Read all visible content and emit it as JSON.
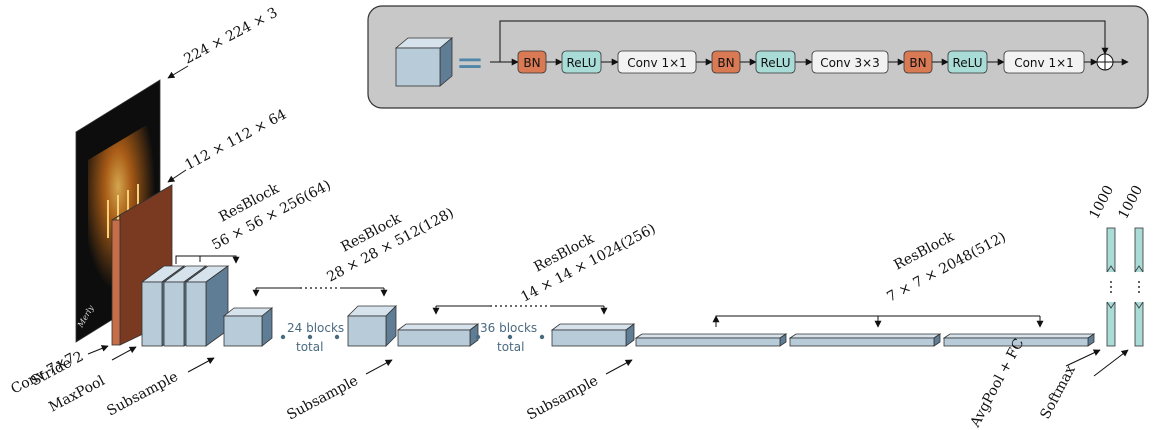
{
  "colors": {
    "panel_bg": "#c8c8c8",
    "cube_front": "#b8cbd8",
    "cube_top": "#d7e3ec",
    "cube_side": "#5f7d94",
    "bn": "#d97a55",
    "relu": "#a9dcd7",
    "conv": "#f2f2f2",
    "feature_front": "#c66e4a",
    "feature_side": "#7a3a22",
    "equals": "#4f86a8",
    "photo_dark": "#0d0d0d",
    "photo_glow": "#e59a2a",
    "dot": "#4a6a80"
  },
  "residual_block": {
    "equals": "=",
    "ops": [
      "BN",
      "ReLU",
      "Conv 1×1",
      "BN",
      "ReLU",
      "Conv 3×3",
      "BN",
      "ReLU",
      "Conv 1×1"
    ],
    "sum_icon": "circle-plus-icon"
  },
  "input": {
    "dims": "224 × 224 × 3",
    "photo_signature": "Merly"
  },
  "conv1": {
    "dims": "112 × 112 × 64",
    "label_line1": "Conv 7×7",
    "label_line2": "Stride 2"
  },
  "maxpool": {
    "label": "MaxPool"
  },
  "stage1": {
    "title": "ResBlock",
    "dims": "56 × 56 × 256(64)",
    "subsample": "Subsample"
  },
  "stage2": {
    "title": "ResBlock",
    "dims": "28 × 28 × 512(128)",
    "blocks": "24 blocks",
    "total": "total",
    "subsample": "Subsample"
  },
  "stage3": {
    "title": "ResBlock",
    "dims": "14 × 14 × 1024(256)",
    "blocks": "36 blocks",
    "total": "total",
    "subsample": "Subsample"
  },
  "stage4": {
    "title": "ResBlock",
    "dims": "7 × 7 × 2048(512)"
  },
  "fc": {
    "dim1": "1000",
    "dim2": "1000",
    "label1": "AvgPool + FC",
    "label2": "Softmax"
  }
}
